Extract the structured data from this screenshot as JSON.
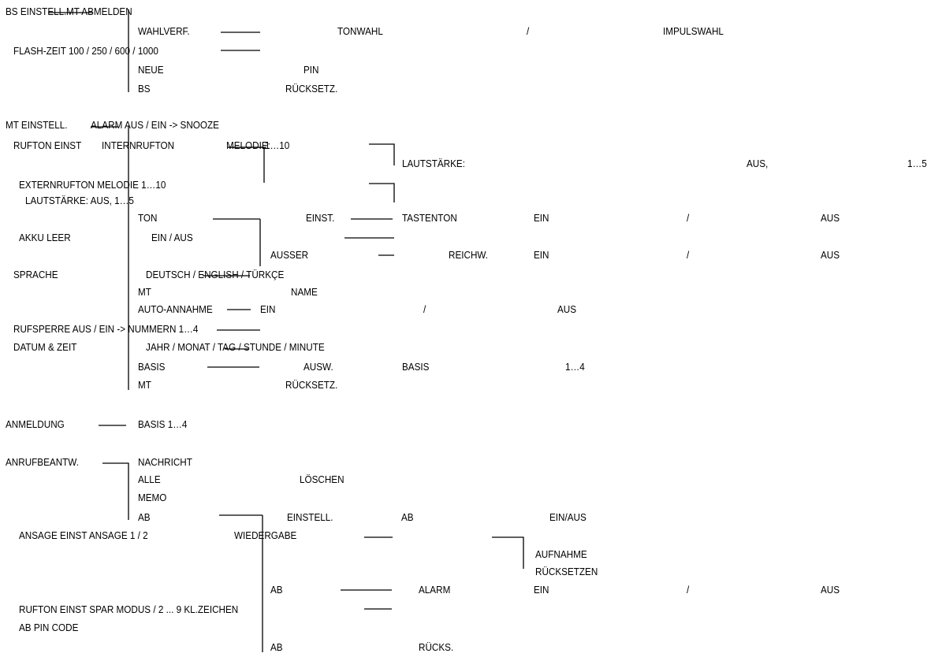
{
  "diagram": {
    "bs": {
      "main": "BS EINSTELL.",
      "abmelden": "MT ABMELDEN",
      "wahlverf": "WAHLVERF.",
      "tonwahl": "TONWAHL",
      "sep1": "/",
      "impulswahl": "IMPULSWAHL",
      "flash": "FLASH-ZEIT  100 / 250 / 600 / 1000",
      "neue": "NEUE",
      "pin": "PIN",
      "bs": "BS",
      "ruecksetz": "RÜCKSETZ."
    },
    "mt": {
      "main": "MT EINSTELL.",
      "alarm": "ALARM",
      "alarm_opts": "AUS / EIN -> SNOOZE",
      "rufton": "RUFTON EINST",
      "internrufton": "INTERNRUFTON",
      "melodie_int": "MELODIE:",
      "melodie_int_range": "1…10",
      "lautstaerke_int": "LAUTSTÄRKE:",
      "aus_comma": "AUS,",
      "range_int": "1…5",
      "externrufton": "EXTERNRUFTON   MELODIE 1…10",
      "lautstaerke_ext": "LAUTSTÄRKE:  AUS, 1…5",
      "ton": "TON",
      "einst": "EINST.",
      "tastenton": "TASTENTON",
      "ein1": "EIN",
      "sep2": "/",
      "aus1": "AUS",
      "akku": "AKKU LEER",
      "akku_opts": "EIN / AUS",
      "ausser": "AUSSER",
      "reichw": "REICHW.",
      "ein2": "EIN",
      "sep3": "/",
      "aus2": "AUS",
      "sprache": "SPRACHE",
      "sprache_opts": "DEUTSCH / ENGLISH / TÜRKÇE",
      "mt": "MT",
      "name": "NAME",
      "auto": "AUTO-ANNAHME",
      "ein3": "EIN",
      "sep4": "/",
      "aus3": "AUS",
      "rufsperre": "RUFSPERRE  AUS / EIN -> NUMMERN 1…4",
      "datum": "DATUM & ZEIT",
      "datum_opts": "JAHR / MONAT / TAG / STUNDE / MINUTE",
      "basis": "BASIS",
      "ausw": "AUSW.",
      "basis2": "BASIS",
      "range_basis": "1…4",
      "mt2": "MT",
      "ruecksetz": "RÜCKSETZ."
    },
    "anmeldung": {
      "main": "ANMELDUNG",
      "basis": "BASIS 1…4"
    },
    "ab": {
      "main": "ANRUFBEANTW.",
      "nachricht": "NACHRICHT",
      "alle": "ALLE",
      "loeschen": "LÖSCHEN",
      "memo": "MEMO",
      "ab1": "AB",
      "einstell": "EINSTELL.",
      "ab2": "AB",
      "einaus": "EIN/AUS",
      "ansage": "ANSAGE EINST  ANSAGE 1 /  2",
      "wiedergabe": "WIEDERGABE",
      "aufnahme": "AUFNAHME",
      "ruecksetzen": "RÜCKSETZEN",
      "ab3": "AB",
      "alarm": "ALARM",
      "ein": "EIN",
      "sep": "/",
      "aus": "AUS",
      "rufton": "RUFTON EINST  SPAR MODUS / 2 ... 9 KL.ZEICHEN",
      "pincode": "AB PIN CODE",
      "ab4": "AB",
      "ruecks": "RÜCKS."
    }
  }
}
